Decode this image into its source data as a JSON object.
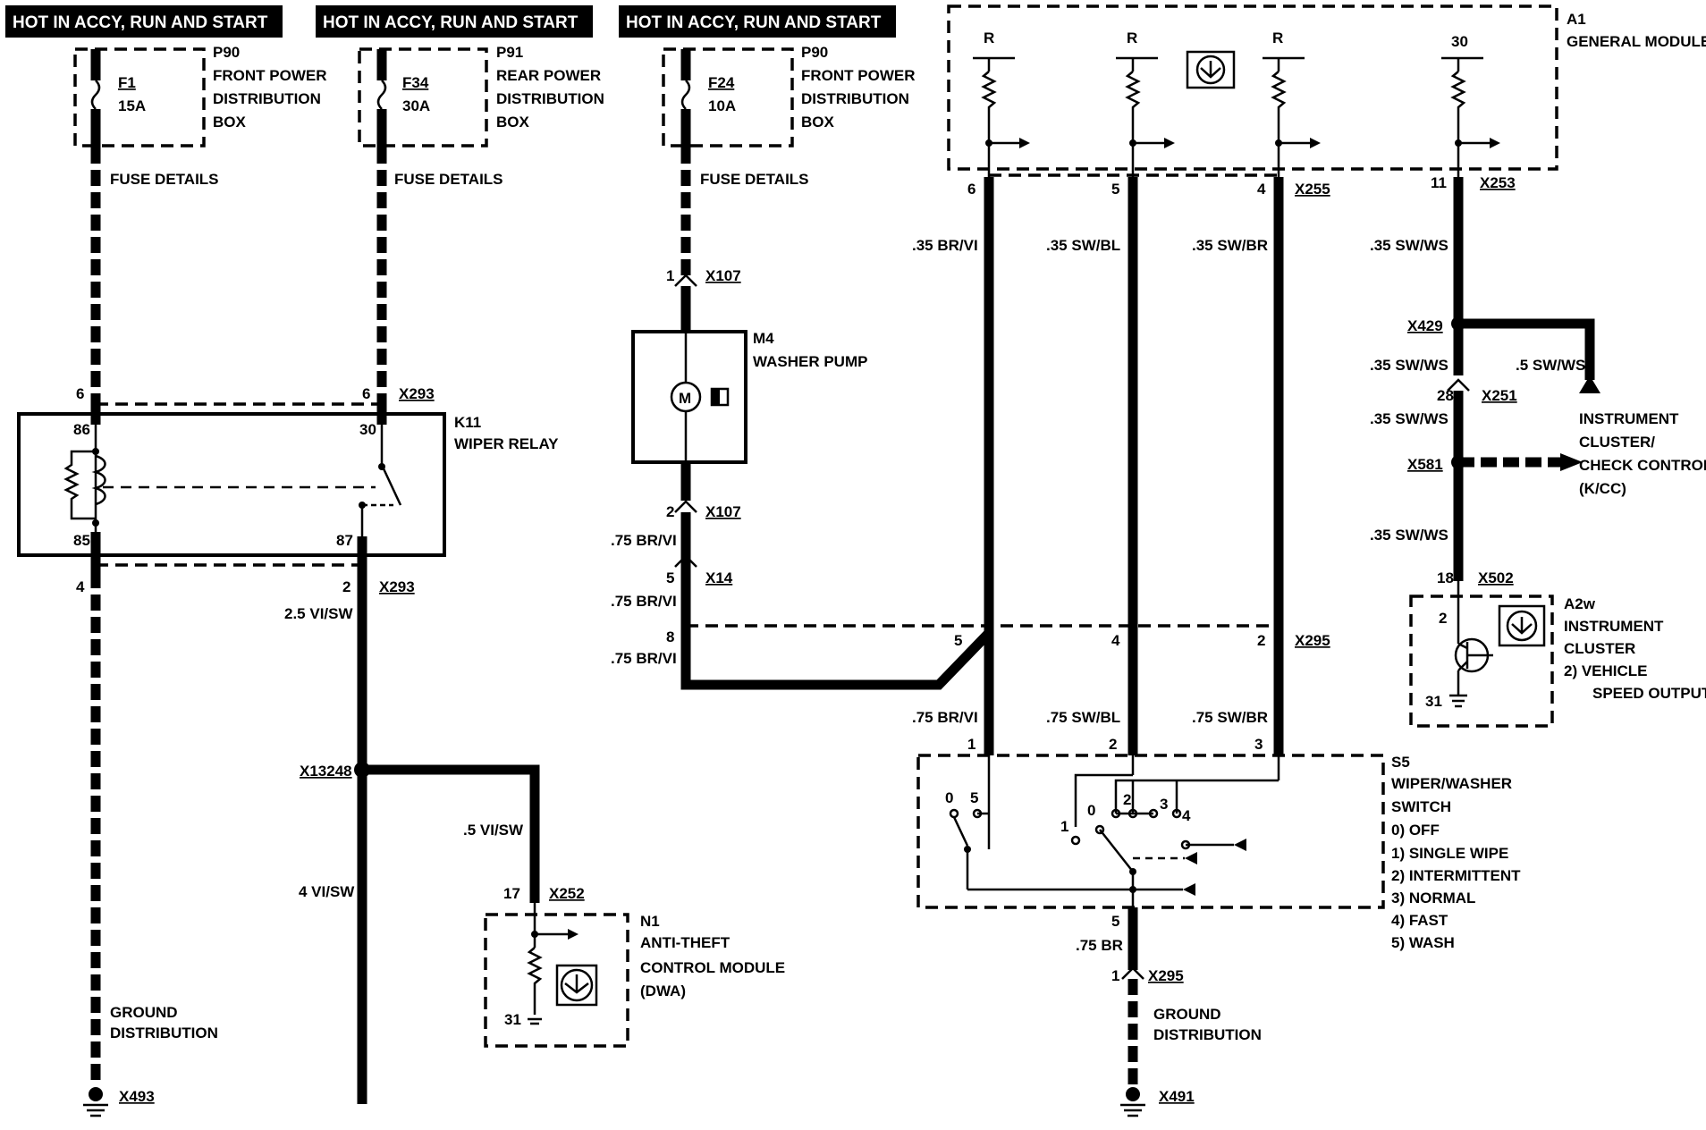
{
  "headers": {
    "h1": "HOT IN ACCY, RUN AND START",
    "h2": "HOT IN ACCY, RUN AND START",
    "h3": "HOT IN ACCY, RUN AND START"
  },
  "fuse_boxes": {
    "p90_a": {
      "ref": "P90",
      "line1": "FRONT POWER",
      "line2": "DISTRIBUTION",
      "line3": "BOX",
      "fuse": "F1",
      "rating": "15A",
      "details": "FUSE DETAILS"
    },
    "p91": {
      "ref": "P91",
      "line1": "REAR POWER",
      "line2": "DISTRIBUTION",
      "line3": "BOX",
      "fuse": "F34",
      "rating": "30A",
      "details": "FUSE DETAILS"
    },
    "p90_b": {
      "ref": "P90",
      "line1": "FRONT POWER",
      "line2": "DISTRIBUTION",
      "line3": "BOX",
      "fuse": "F24",
      "rating": "10A",
      "details": "FUSE DETAILS"
    }
  },
  "general_module": {
    "ref": "A1",
    "name": "GENERAL MODULE",
    "pin_r1": "R",
    "pin_r2": "R",
    "pin_r3": "R",
    "pin_30": "30",
    "conn": "X255",
    "conn2": "X253",
    "p6": "6",
    "p5": "5",
    "p4": "4",
    "p11": "11",
    "w1": ".35  BR/VI",
    "w2": ".35  SW/BL",
    "w3": ".35  SW/BR",
    "w4": ".35 SW/WS"
  },
  "washer_pump": {
    "ref": "M4",
    "name": "WASHER PUMP",
    "motor": "M",
    "x107": "X107",
    "x107b": "X107",
    "x14": "X14",
    "p1": "1",
    "p2": "2",
    "p5": "5",
    "p8": "8",
    "w1": ".75 BR/VI",
    "w2": ".75 BR/VI",
    "w3": ".75 BR/VI"
  },
  "wiper_relay": {
    "ref": "K11",
    "name": "WIPER RELAY",
    "p86": "86",
    "p85": "85",
    "p30": "30",
    "p87": "87",
    "top6a": "6",
    "top6b": "6",
    "x293": "X293",
    "x293b": "X293",
    "b4": "4",
    "b2": "2",
    "w_vi": "2.5 VI/SW",
    "w_4vi": "4 VI/SW"
  },
  "antitheft": {
    "splice": "X13248",
    "wire": ".5 VI/SW",
    "pin17": "17",
    "conn": "X252",
    "ref": "N1",
    "l1": "ANTI-THEFT",
    "l2": "CONTROL MODULE",
    "l3": "(DWA)",
    "gnd": "31"
  },
  "ground_left": {
    "l1": "GROUND",
    "l2": "DISTRIBUTION",
    "conn": "X493"
  },
  "ground_right": {
    "l1": "GROUND",
    "l2": "DISTRIBUTION",
    "conn": "X491"
  },
  "cluster_path": {
    "x429": "X429",
    "w1": ".35 SW/WS",
    "w_side": ".5 SW/WS",
    "p28": "28",
    "x251": "X251",
    "w2": ".35 SW/WS",
    "x581": "X581",
    "w3": ".35 SW/WS",
    "p18": "18",
    "x502": "X502",
    "ic1": "INSTRUMENT",
    "ic2": "CLUSTER/",
    "ic3": "CHECK CONTROL",
    "ic4": "(K/CC)"
  },
  "a2w": {
    "ref": "A2w",
    "l1": "INSTRUMENT",
    "l2": "CLUSTER",
    "l3": "2)   VEHICLE",
    "l4": "SPEED OUTPUT",
    "p2": "2",
    "p31": "31"
  },
  "switch": {
    "x295": "X295",
    "x295b": "X295",
    "p5": "5",
    "p4": "4",
    "p2": "2",
    "w1": ".75 BR/VI",
    "w2": ".75 SW/BL",
    "w3": ".75 SW/BR",
    "t1": "1",
    "t2": "2",
    "t3": "3",
    "ref": "S5",
    "l1": "WIPER/WASHER",
    "l2": "SWITCH",
    "m0": "0)   OFF",
    "m1": "1)   SINGLE WIPE",
    "m2": "2)   INTERMITTENT",
    "m3": "3)   NORMAL",
    "m4": "4)   FAST",
    "m5": "5)   WASH",
    "c0a": "0",
    "c5": "5",
    "c0b": "0",
    "c1": "1",
    "c2": "2",
    "c3": "3",
    "c4": "4",
    "out5": "5",
    "out_w": ".75 BR",
    "out1": "1"
  }
}
